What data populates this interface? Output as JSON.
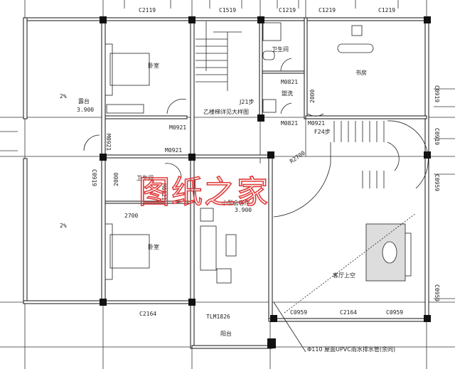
{
  "watermark": "图纸之家",
  "colors": {
    "lines": "#222222",
    "watermark": "#e03a3a",
    "columns": "#111111"
  },
  "rooms": {
    "terrace": "露台",
    "terrace_level": "3.900",
    "bedroom_top": "卧室",
    "bedroom_bottom": "卧室",
    "stair_note": "乙楼梯详见大样图",
    "stair_steps_top": "J21步",
    "toilet_top": "卫生间",
    "wash": "盥洗",
    "study": "书房",
    "stair_steps_right": "F24步",
    "toilet_left": "卫生间",
    "reception": "小型会客厅",
    "reception_level": "3.900",
    "living_void": "客厅上空",
    "balcony": "阳台"
  },
  "windows": {
    "top": [
      "C2119",
      "C1519",
      "C1219",
      "C1219",
      "C1219"
    ],
    "right": [
      "C0919",
      "C0919",
      "C0959",
      "C0959"
    ],
    "left": "C0919",
    "bottom_left": "C2164",
    "bottom_right": [
      "C0959",
      "C2164",
      "C0959"
    ]
  },
  "doors": {
    "bedroom_top": "M0921",
    "terrace": "M0921",
    "corridor": "M0921",
    "toilet_top": "M0821",
    "wash": "M0821",
    "study": "M0921",
    "toilet_left": "M0821",
    "balcony": "TLM1826"
  },
  "dimensions": {
    "slope_top": "2%",
    "slope_bottom": "2%",
    "bedroom_width": "2700",
    "study_door_height": "2000",
    "toilet_dim": "2000",
    "stair_radius": "R2700"
  },
  "notes": {
    "downpipe": "Φ110 屋面UPVC雨水排水管(余同)"
  }
}
